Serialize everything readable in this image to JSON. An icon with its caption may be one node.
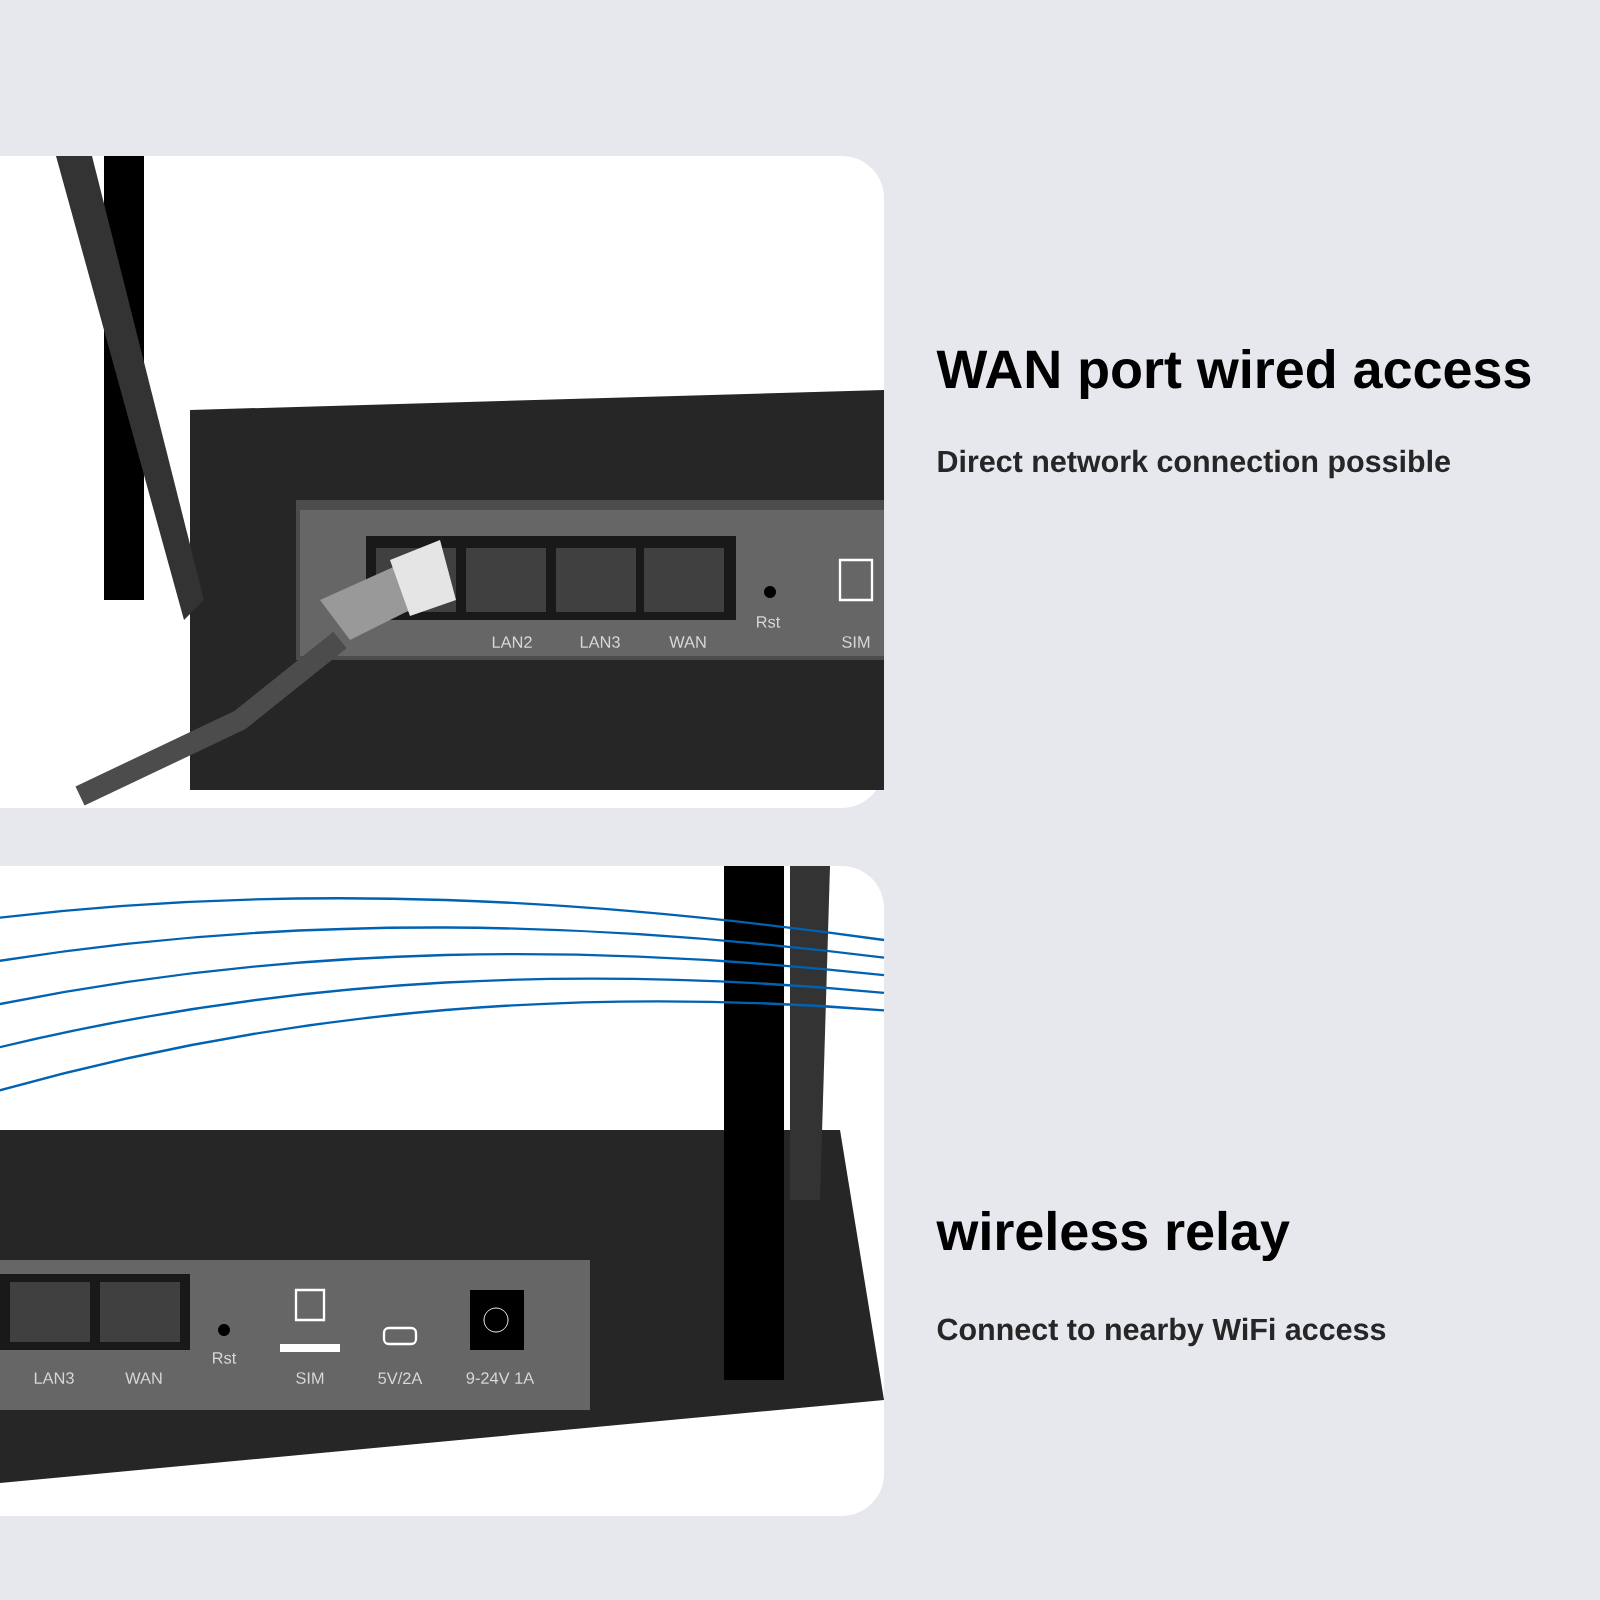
{
  "diagram": {
    "labels": [
      "WAN port wired access",
      "Direct network connection possible",
      "wireless relay",
      "Connect to nearby WiFi access",
      "LAN2",
      "LAN3",
      "WAN",
      "Rst",
      "SIM",
      "LAN3",
      "WAN",
      "Rst",
      "SIM",
      "5V/2A",
      "9-24V 1A"
    ]
  }
}
